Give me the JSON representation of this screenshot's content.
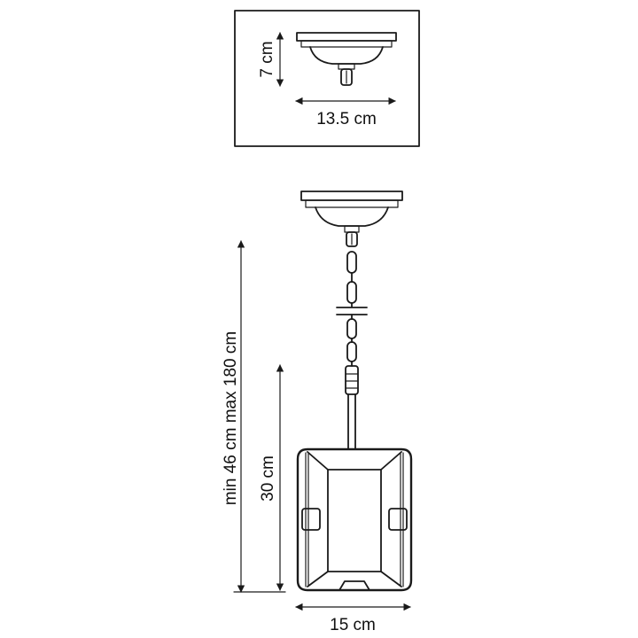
{
  "dimensions": {
    "canopy_height": "7 cm",
    "canopy_width": "13.5 cm",
    "overall_height": "min 46 cm max 180 cm",
    "shade_height": "30 cm",
    "shade_width": "15 cm"
  },
  "colors": {
    "line": "#1a1a1a",
    "background": "#ffffff"
  }
}
